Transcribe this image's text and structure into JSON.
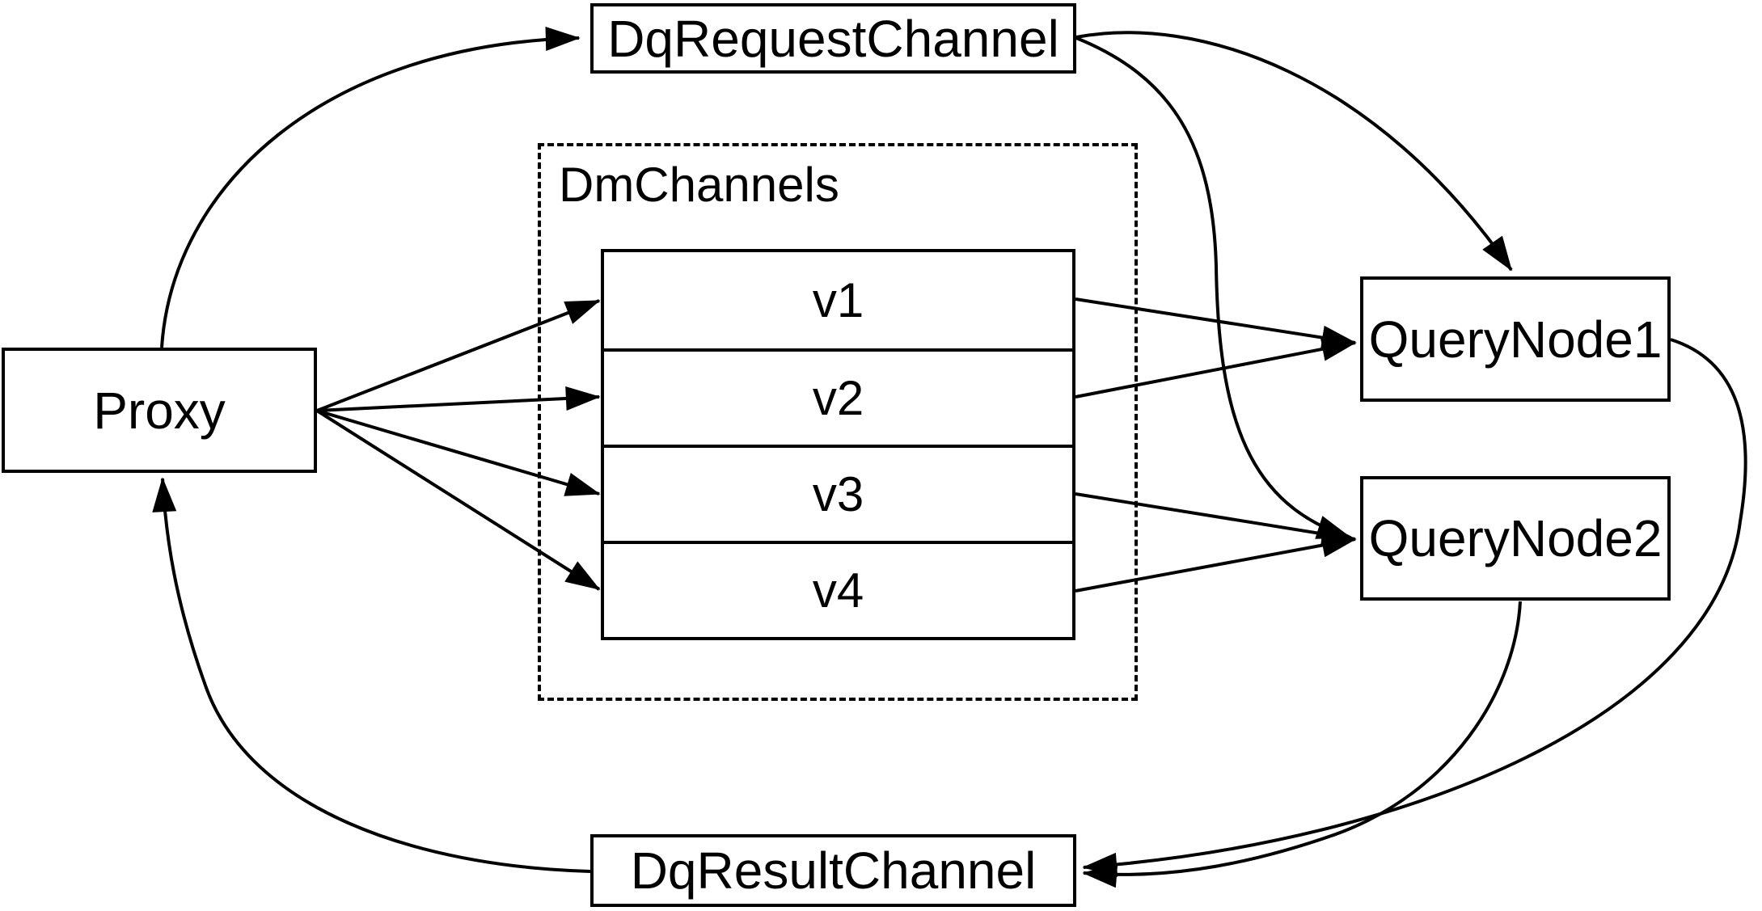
{
  "diagram": {
    "colors": {
      "background": "#ffffff",
      "line": "#000000",
      "box_border": "#000000",
      "box_fill": "#ffffff"
    },
    "nodes": {
      "proxy": {
        "label": "Proxy"
      },
      "dq_request_channel": {
        "label": "DqRequestChannel"
      },
      "dq_result_channel": {
        "label": "DqResultChannel"
      },
      "query_node_1": {
        "label": "QueryNode1"
      },
      "query_node_2": {
        "label": "QueryNode2"
      },
      "dm_channels": {
        "label": "DmChannels",
        "channels": [
          "v1",
          "v2",
          "v3",
          "v4"
        ]
      }
    },
    "edges": [
      {
        "from": "Proxy",
        "to": "DqRequestChannel"
      },
      {
        "from": "Proxy",
        "to": "v1"
      },
      {
        "from": "Proxy",
        "to": "v2"
      },
      {
        "from": "Proxy",
        "to": "v3"
      },
      {
        "from": "Proxy",
        "to": "v4"
      },
      {
        "from": "v1",
        "to": "QueryNode1"
      },
      {
        "from": "v2",
        "to": "QueryNode1"
      },
      {
        "from": "v3",
        "to": "QueryNode2"
      },
      {
        "from": "v4",
        "to": "QueryNode2"
      },
      {
        "from": "DqRequestChannel",
        "to": "QueryNode1"
      },
      {
        "from": "DqRequestChannel",
        "to": "QueryNode2"
      },
      {
        "from": "QueryNode1",
        "to": "DqResultChannel"
      },
      {
        "from": "QueryNode2",
        "to": "DqResultChannel"
      },
      {
        "from": "DqResultChannel",
        "to": "Proxy"
      }
    ]
  }
}
